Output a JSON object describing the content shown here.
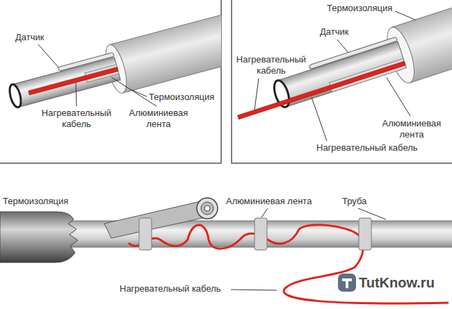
{
  "diagram": {
    "labels": [
      "Датчик",
      "Термоизоляция",
      "Нагревательный кабель",
      "Алюминиевая лента",
      "Термоизоляция",
      "Датчик",
      "Нагревательный кабель",
      "Алюминиевая лента",
      "Нагревательный кабель",
      "Термоизоляция",
      "Алюминиевая лента",
      "Труба",
      "Нагревательный кабель",
      "TutKnow.ru"
    ]
  }
}
